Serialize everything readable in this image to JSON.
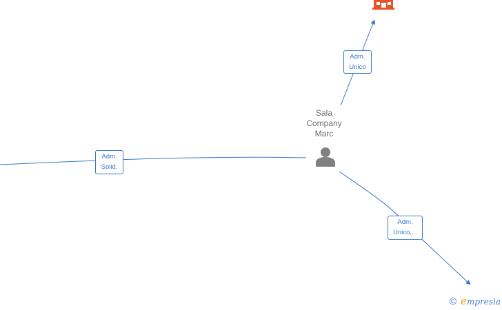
{
  "person": {
    "name_lines": [
      "Sala",
      "Company",
      "Marc"
    ],
    "icon": "person-icon"
  },
  "edges": [
    {
      "label_lines": [
        "Adm.",
        "Unico"
      ]
    },
    {
      "label_lines": [
        "Adm.",
        "Solid."
      ]
    },
    {
      "label_lines": [
        "Adm.",
        "Unico,..."
      ]
    }
  ],
  "company": {
    "icon": "company-building-icon"
  },
  "footer": {
    "copyright_symbol": "©",
    "brand_initial": "e",
    "brand_rest": "mpresia"
  },
  "colors": {
    "edge": "#3a78c8",
    "person": "#808080",
    "company": "#e8542a",
    "brand_accent": "#f39c12"
  }
}
